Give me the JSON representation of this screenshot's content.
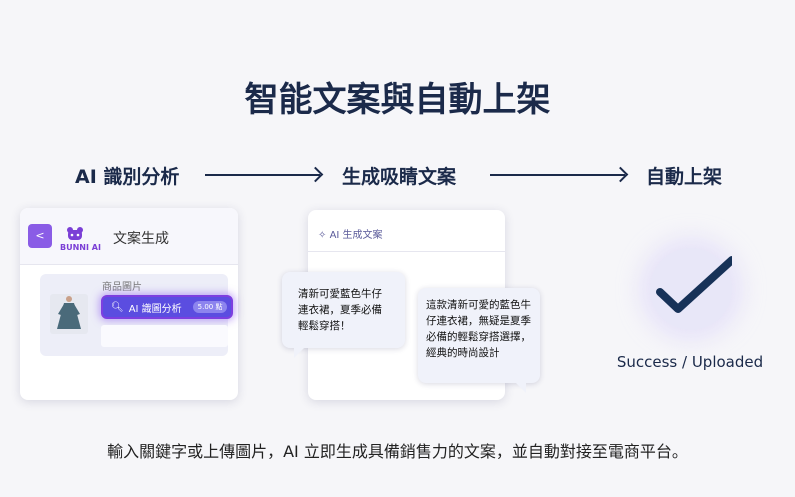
{
  "title": "智能文案與自動上架",
  "steps": [
    "AI 識別分析",
    "生成吸睛文案",
    "自動上架"
  ],
  "left_card": {
    "back_label": "<",
    "logo": "BUNNI AI",
    "title": "文案生成",
    "image_label": "商品圖片",
    "ai_button": "AI 識圖分析",
    "cost": "5.00 點"
  },
  "mid_card": {
    "title": "AI 生成文案",
    "bubble1": "清新可愛藍色牛仔連衣裙，夏季必備輕鬆穿搭！",
    "bubble2": "這款清新可愛的藍色牛仔連衣裙，無疑是夏季必備的輕鬆穿搭選擇，經典的時尚設計"
  },
  "success": "Success / Uploaded",
  "caption": "輸入關鍵字或上傳圖片，AI 立即生成具備銷售力的文案，並自動對接至電商平台。",
  "colors": {
    "navy": "#1b2a4a",
    "purple": "#5b4de0"
  }
}
